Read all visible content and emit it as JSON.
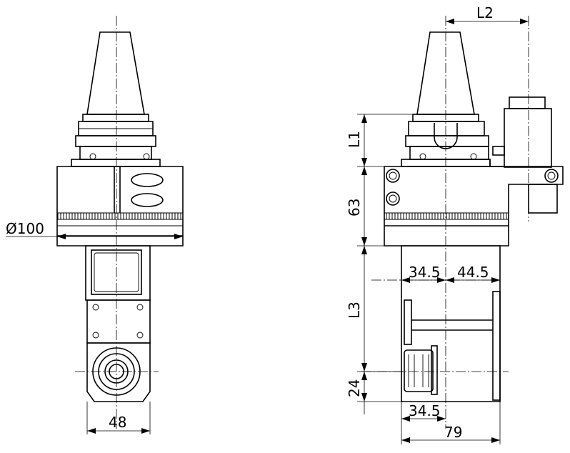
{
  "dimensions": {
    "diameter": "Ø100",
    "width_front": "48",
    "L1": "L1",
    "L2": "L2",
    "L3": "L3",
    "d63": "63",
    "d24": "24",
    "d34_5_top": "34.5",
    "d44_5": "44.5",
    "d34_5_bottom": "34.5",
    "d79": "79"
  }
}
